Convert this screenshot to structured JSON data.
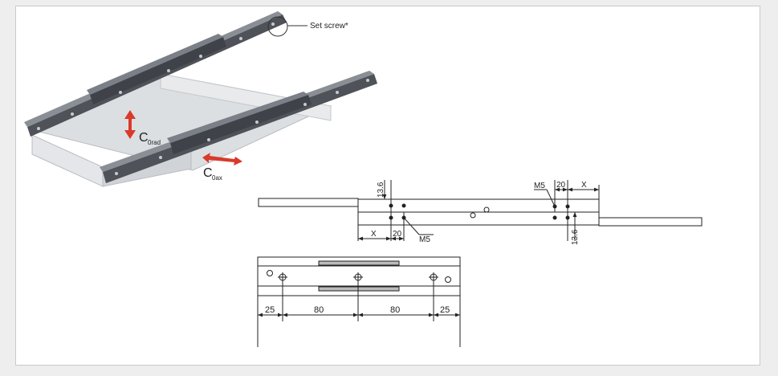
{
  "colors": {
    "rail": "#4b4e55",
    "rail_light": "#7b7f87",
    "tray": "#d7dade",
    "arrow": "#d93a2b",
    "line": "#222222"
  },
  "callout": {
    "set_screw": "Set screw*"
  },
  "forces": {
    "radial": {
      "main": "C",
      "sub": "0rad"
    },
    "axial": {
      "main": "C",
      "sub": "0ax"
    }
  },
  "top_view": {
    "dim_13_6_left": "13.6",
    "dim_13_6_right": "13.6",
    "dim_x_left": "X",
    "dim_20_left": "20",
    "thread_left": "M5",
    "thread_right": "M5",
    "dim_20_right": "20",
    "dim_x_right": "X"
  },
  "bottom_view": {
    "dims": [
      "25",
      "80",
      "80",
      "25"
    ]
  }
}
